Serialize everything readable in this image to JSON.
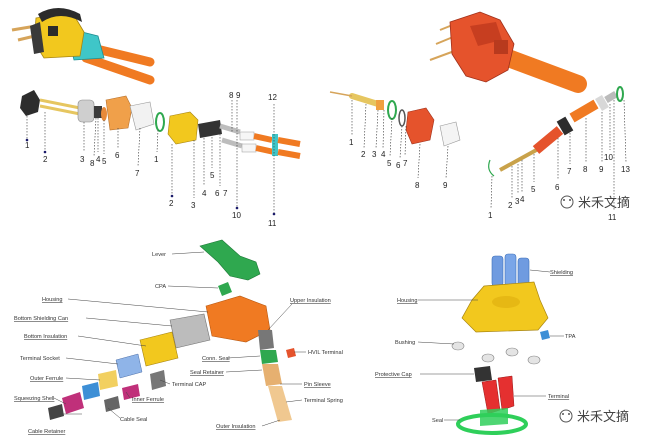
{
  "colors": {
    "orange": "#f07a22",
    "red": "#e5532c",
    "yellow": "#f2c81e",
    "green": "#2fa84f",
    "blue": "#3d8fd6",
    "teal": "#3fc6c8",
    "magenta": "#c0307a"
  },
  "panel_a": {
    "labels": [
      "1",
      "2",
      "3",
      "8",
      "4",
      "5",
      "6",
      "7",
      "1",
      "2",
      "3",
      "4",
      "5",
      "6",
      "7",
      "8",
      "9",
      "10",
      "11",
      "12"
    ]
  },
  "panel_b": {
    "labels": [
      "1",
      "2",
      "3",
      "4",
      "5",
      "6",
      "7",
      "8",
      "9",
      "1",
      "2",
      "3",
      "4",
      "5",
      "6",
      "7",
      "8",
      "9",
      "10",
      "11",
      "13"
    ]
  },
  "panel_c": {
    "labels": [
      "Lever",
      "CPA",
      "Housing",
      "Bottom Shielding Can",
      "Bottom Insulation",
      "Terminal Socket",
      "Outer Ferrule",
      "Squeezing Shell",
      "Cable Retainer",
      "Inner Ferrule",
      "Cable Seal",
      "Terminal CAP",
      "Conn. Seal",
      "Seal Retainer",
      "Upper Insulation",
      "HVIL Terminal",
      "Pin Sleeve",
      "Terminal Spring",
      "Outer Insulation"
    ]
  },
  "panel_d": {
    "labels": [
      "Shielding",
      "Housing",
      "TPA",
      "Bushing",
      "Protective Cap",
      "Terminal",
      "Seal"
    ]
  },
  "watermark": {
    "text": "米禾文摘"
  }
}
